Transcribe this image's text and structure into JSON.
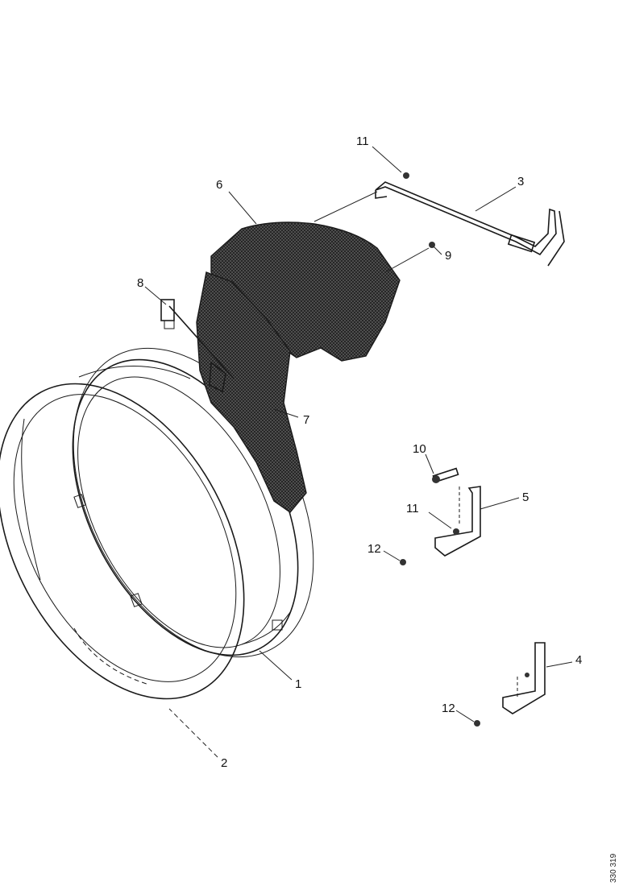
{
  "callouts": {
    "c1": "1",
    "c2": "2",
    "c3": "3",
    "c4": "4",
    "c5": "5",
    "c6": "6",
    "c7": "7",
    "c8": "8",
    "c9": "9",
    "c10": "10",
    "c11a": "11",
    "c11b": "11",
    "c12a": "12",
    "c12b": "12"
  },
  "reference_number": "330 319"
}
